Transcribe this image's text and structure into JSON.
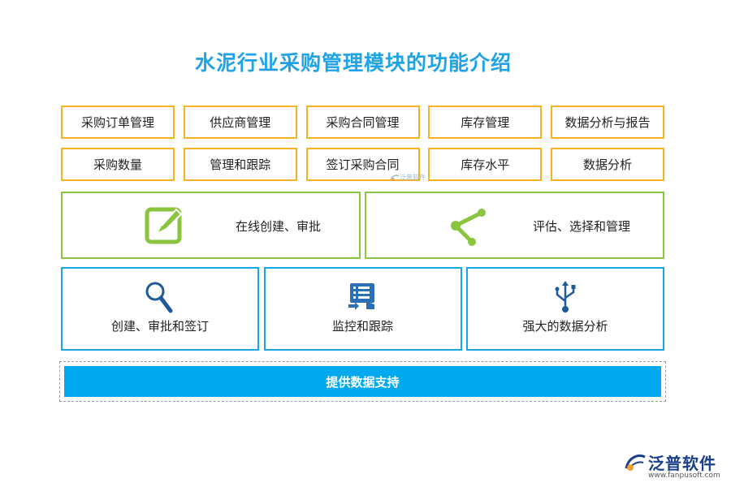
{
  "title": "水泥行业采购管理模块的功能介绍",
  "top_row": [
    "采购订单管理",
    "供应商管理",
    "采购合同管理",
    "库存管理",
    "数据分析与报告"
  ],
  "second_row": [
    "采购数量",
    "管理和跟踪",
    "签订采购合同",
    "库存水平",
    "数据分析"
  ],
  "green_boxes": [
    {
      "label": "在线创建、审批",
      "icon": "edit-icon"
    },
    {
      "label": "评估、选择和管理",
      "icon": "share-icon"
    }
  ],
  "blue_boxes": [
    {
      "label": "创建、审批和签订",
      "icon": "search-icon"
    },
    {
      "label": "监控和跟踪",
      "icon": "monitor-icon"
    },
    {
      "label": "强大的数据分析",
      "icon": "usb-icon"
    }
  ],
  "support_label": "提供数据支持",
  "watermark_text": "泛普软件",
  "logo": {
    "name": "泛普软件",
    "url": "www.fanpusoft.com"
  },
  "colors": {
    "title": "#1fa2e6",
    "orange_border": "#f5b323",
    "green_border": "#8ac53f",
    "blue_border": "#1ba4e6",
    "support_bar": "#03a9ef",
    "logo_text": "#1a3f8c"
  }
}
